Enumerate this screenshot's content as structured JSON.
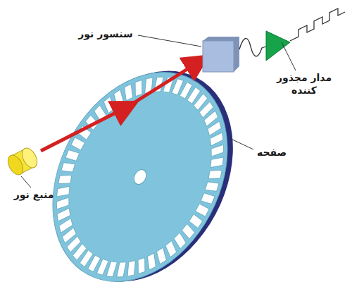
{
  "diagram": {
    "labels": [
      "سنسور نور",
      "مدار مجذور کننده",
      "صفحه",
      "منبع نور"
    ]
  }
}
